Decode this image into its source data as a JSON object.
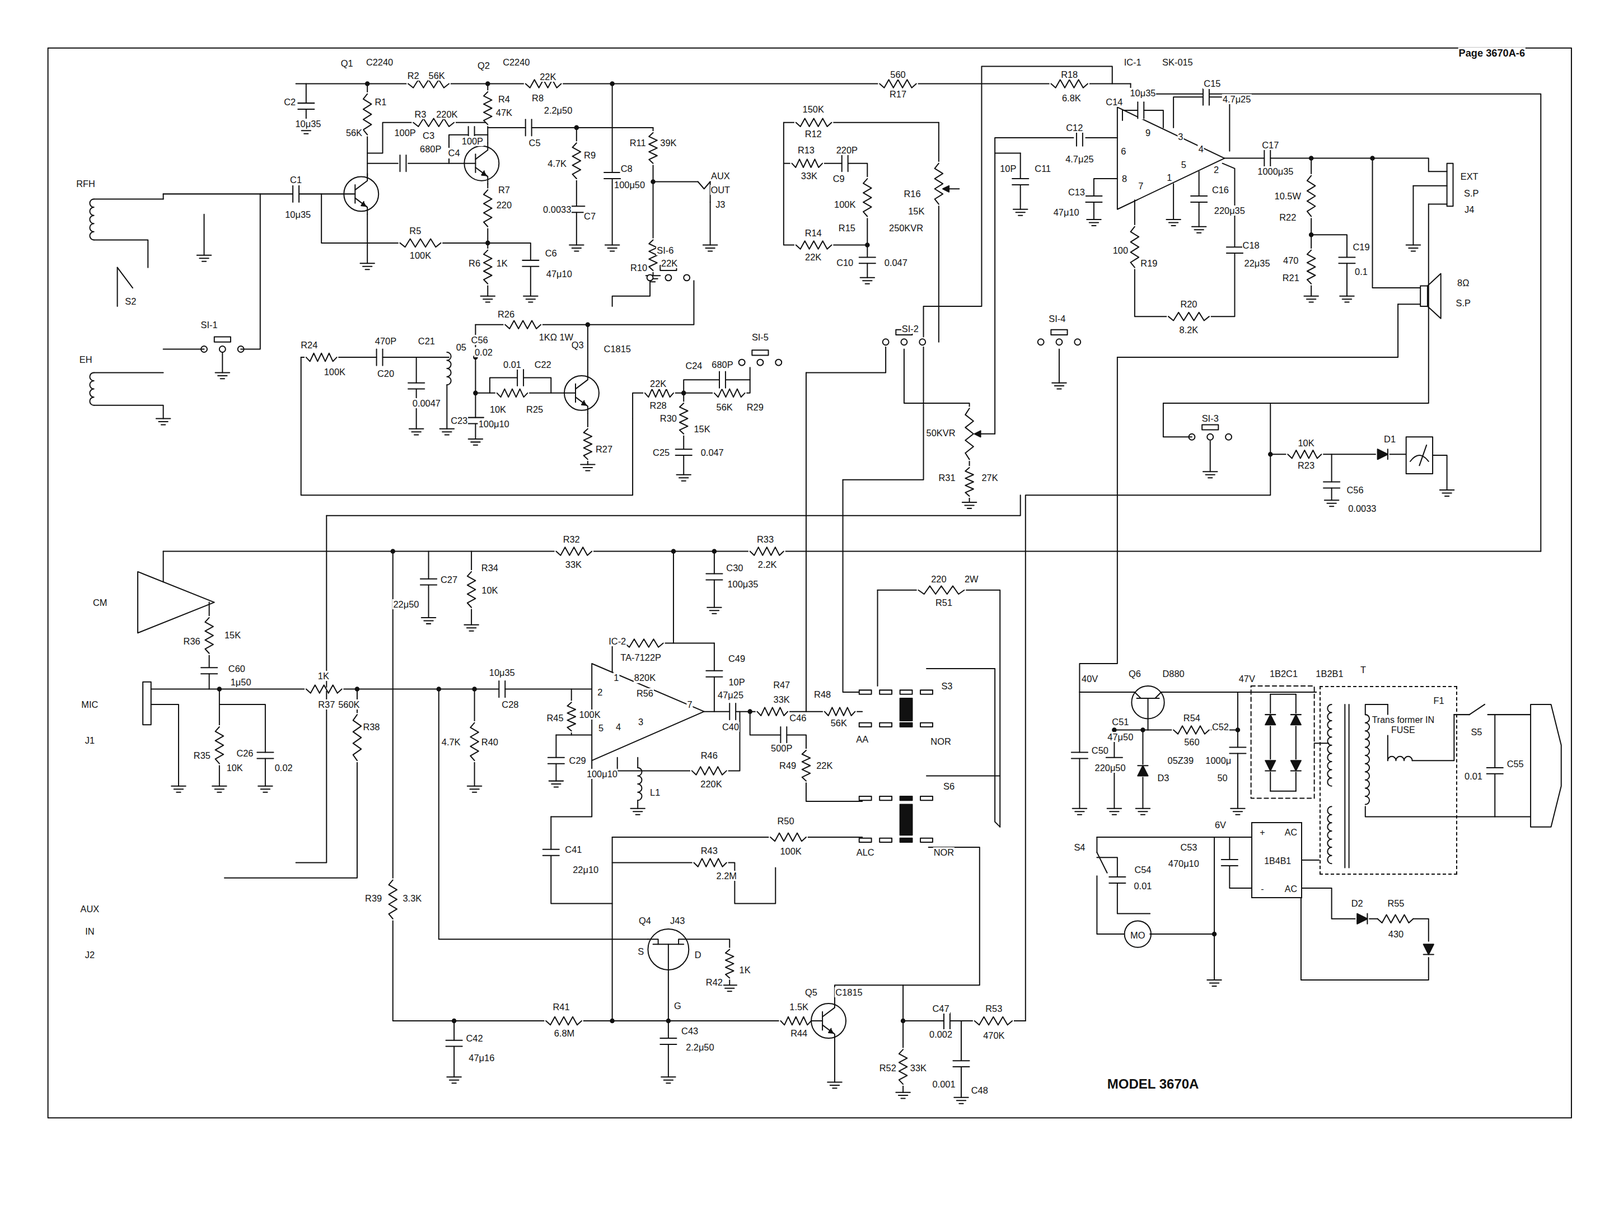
{
  "diagram": {
    "title": "MODEL 3670A",
    "nodes": [
      {
        "text": [
          "Trans former IN FUSE"
        ]
      },
      {
        "text": [
          "AC",
          "+",
          "1B4B1",
          "-",
          "AC"
        ]
      }
    ],
    "edges": [
      {
        "from": 0,
        "to": 1,
        "arrow": "none"
      }
    ],
    "labels": [
      "Page 3670A-6",
      "Q1",
      "C2240",
      "R2",
      "56K",
      "Q2",
      "C2240",
      "22K",
      "R8",
      "2.2μ50",
      "C2",
      "10μ35",
      "R1",
      "56K",
      "R3",
      "220K",
      "R4",
      "47K",
      "100P",
      "C3",
      "680P",
      "100P",
      "C4",
      "C5",
      "R7",
      "220",
      "4.7K",
      "R9",
      "0.0033",
      "C7",
      "C8",
      "100μ50",
      "R11",
      "39K",
      "R10",
      "22K",
      "AUX",
      "OUT",
      "J3",
      "560",
      "R17",
      "R18",
      "6.8K",
      "IC-1",
      "SK-015",
      "150K",
      "R12",
      "R13",
      "33K",
      "220P",
      "C9",
      "100K",
      "R15",
      "R16",
      "15K",
      "250KVR",
      "R14",
      "22K",
      "C10",
      "0.047",
      "10P",
      "C11",
      "C12",
      "4.7μ25",
      "C14",
      "10μ35",
      "C15",
      "4.7μ25",
      "6",
      "9",
      "3",
      "4",
      "5",
      "2",
      "8",
      "7",
      "1",
      "C13",
      "47μ10",
      "C16",
      "220μ35",
      "100",
      "R19",
      "C17",
      "1000μ35",
      "10.5W",
      "R22",
      "C18",
      "22μ35",
      "470",
      "R21",
      "C19",
      "0.1",
      "R20",
      "8.2K",
      "EXT",
      "S.P",
      "J4",
      "8Ω",
      "S.P",
      "RFH",
      "S2",
      "SI-1",
      "C1",
      "10μ35",
      "R5",
      "100K",
      "R6",
      "1K",
      "C6",
      "47μ10",
      "SI-6",
      "R26",
      "1KΩ 1W",
      "C56",
      "0.02",
      "R24",
      "100K",
      "470P",
      "C20",
      "C21",
      "0.0047",
      "05",
      "0.01",
      "C22",
      "Q3",
      "C1815",
      "C23",
      "100μ10",
      "10K",
      "R25",
      "R27",
      "EH",
      "SI-5",
      "C24",
      "680P",
      "22K",
      "R28",
      "56K",
      "R29",
      "R30",
      "15K",
      "C25",
      "0.047",
      "SI-2",
      "SI-4",
      "50KVR",
      "R31",
      "27K",
      "SI-3",
      "10K",
      "R23",
      "D1",
      "C56",
      "0.0033",
      "CM",
      "R32",
      "33K",
      "R33",
      "2.2K",
      "C27",
      "22μ50",
      "R34",
      "10K",
      "C30",
      "100μ35",
      "IC-2",
      "TA-7122P",
      "820K",
      "R56",
      "C49",
      "10P",
      "R36",
      "15K",
      "C60",
      "1μ50",
      "MIC",
      "J1",
      "1K",
      "R37",
      "10μ35",
      "C28",
      "R47",
      "33K",
      "R48",
      "56K",
      "47μ25",
      "C40",
      "S3",
      "AA",
      "NOR",
      "R45",
      "100K",
      "2",
      "1",
      "5",
      "4",
      "3",
      "7",
      "4.7K",
      "R40",
      "R35",
      "10K",
      "C26",
      "0.02",
      "R38",
      "560K",
      "C29",
      "100μ10",
      "L1",
      "R46",
      "220K",
      "C46",
      "500P",
      "R49",
      "22K",
      "S6",
      "R50",
      "100K",
      "ALC",
      "NOR",
      "C41",
      "22μ10",
      "R43",
      "2.2M",
      "R39",
      "3.3K",
      "AUX",
      "IN",
      "J2",
      "Q4",
      "J43",
      "S",
      "D",
      "G",
      "R42",
      "1K",
      "R41",
      "6.8M",
      "1.5K",
      "R44",
      "Q5",
      "C1815",
      "C42",
      "47μ16",
      "C43",
      "2.2μ50",
      "C47",
      "0.002",
      "R53",
      "470K",
      "R52",
      "33K",
      "0.001",
      "C48",
      "220",
      "2W",
      "R51",
      "40V",
      "Q6",
      "D880",
      "47V",
      "1B2C1",
      "1B2B1",
      "T",
      "F1",
      "S5",
      "R54",
      "560",
      "C51",
      "47μ50",
      "C50",
      "220μ50",
      "D3",
      "05Z39",
      "C52",
      "1000μ",
      "50",
      "C55",
      "0.01",
      "6V",
      "C53",
      "470μ10",
      "S4",
      "C54",
      "0.01",
      "MO",
      "D2",
      "R55",
      "430"
    ]
  }
}
